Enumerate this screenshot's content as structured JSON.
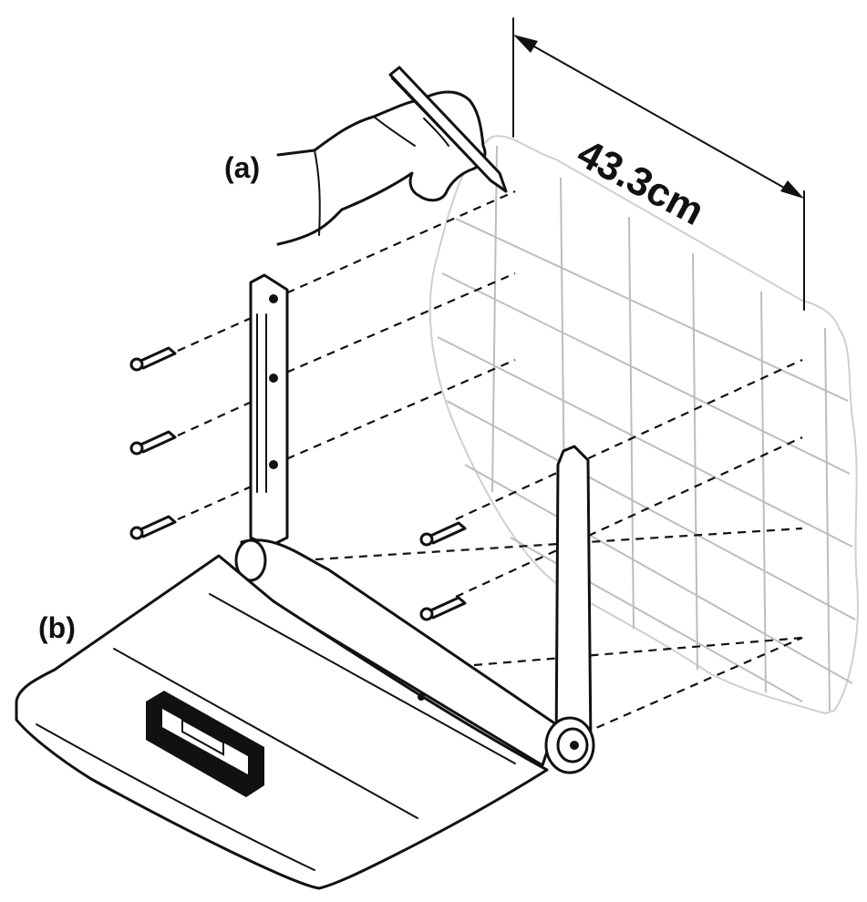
{
  "labels": {
    "marker_a": "(a)",
    "marker_b": "(b)",
    "dimension": "43.3cm"
  },
  "icons": [
    "hand-with-pencil-icon",
    "wall-tile-grid",
    "screw-icon",
    "spirit-level-icon",
    "wall-mount-bracket"
  ],
  "colors": {
    "ink": "#111111",
    "grid": "#bdbdbd",
    "background": "#ffffff"
  }
}
